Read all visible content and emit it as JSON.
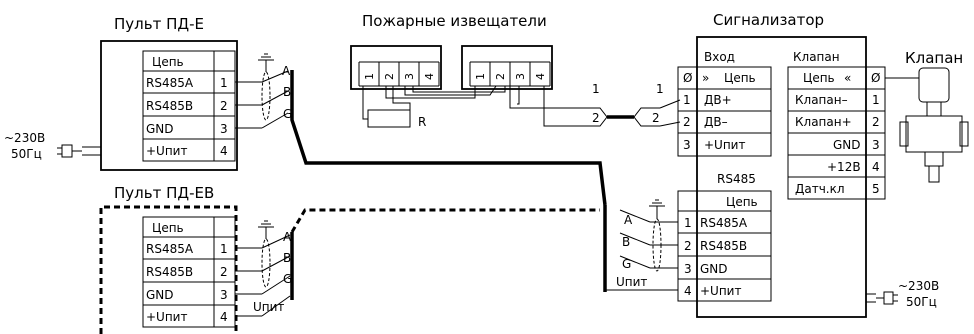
{
  "titles": {
    "panel_e": "Пульт ПД-Е",
    "panel_eb": "Пульт ПД-ЕВ",
    "detectors": "Пожарные извещатели",
    "signaler": "Сигнализатор",
    "valve": "Клапан"
  },
  "panel_e": {
    "rows": [
      "Цепь",
      "RS485A",
      "RS485B",
      "GND",
      "+Uпит"
    ],
    "pins": [
      "1",
      "2",
      "3",
      "4"
    ]
  },
  "panel_eb": {
    "rows": [
      "Цепь",
      "RS485A",
      "RS485B",
      "GND",
      "+Uпит"
    ],
    "pins": [
      "1",
      "2",
      "3",
      "4"
    ]
  },
  "detectors": {
    "pins": [
      "1",
      "2",
      "3",
      "4"
    ],
    "resistor": "R"
  },
  "signaler": {
    "input_header": "Вход",
    "input_rows": [
      "Цепь",
      "ДВ+",
      "ДВ–",
      "+Uпит"
    ],
    "input_pins": [
      "Ø",
      "1",
      "2",
      "3"
    ],
    "valve_header": "Клапан",
    "valve_rows": [
      "Цепь",
      "Клапан–",
      "Клапан+",
      "GND",
      "+12В",
      "Датч.кл"
    ],
    "valve_pins": [
      "Ø",
      "1",
      "2",
      "3",
      "4",
      "5"
    ],
    "rs_header": "RS485",
    "rs_rows": [
      "Цепь",
      "RS485A",
      "RS485B",
      "GND",
      "+Uпит"
    ],
    "rs_pins": [
      "1",
      "2",
      "3",
      "4"
    ]
  },
  "wires": {
    "a": "A",
    "b": "B",
    "g": "G",
    "upit": "Uпит",
    "pair_1": "1",
    "pair_2": "2"
  },
  "power": {
    "voltage": "~230В",
    "frequency": "50Гц"
  }
}
